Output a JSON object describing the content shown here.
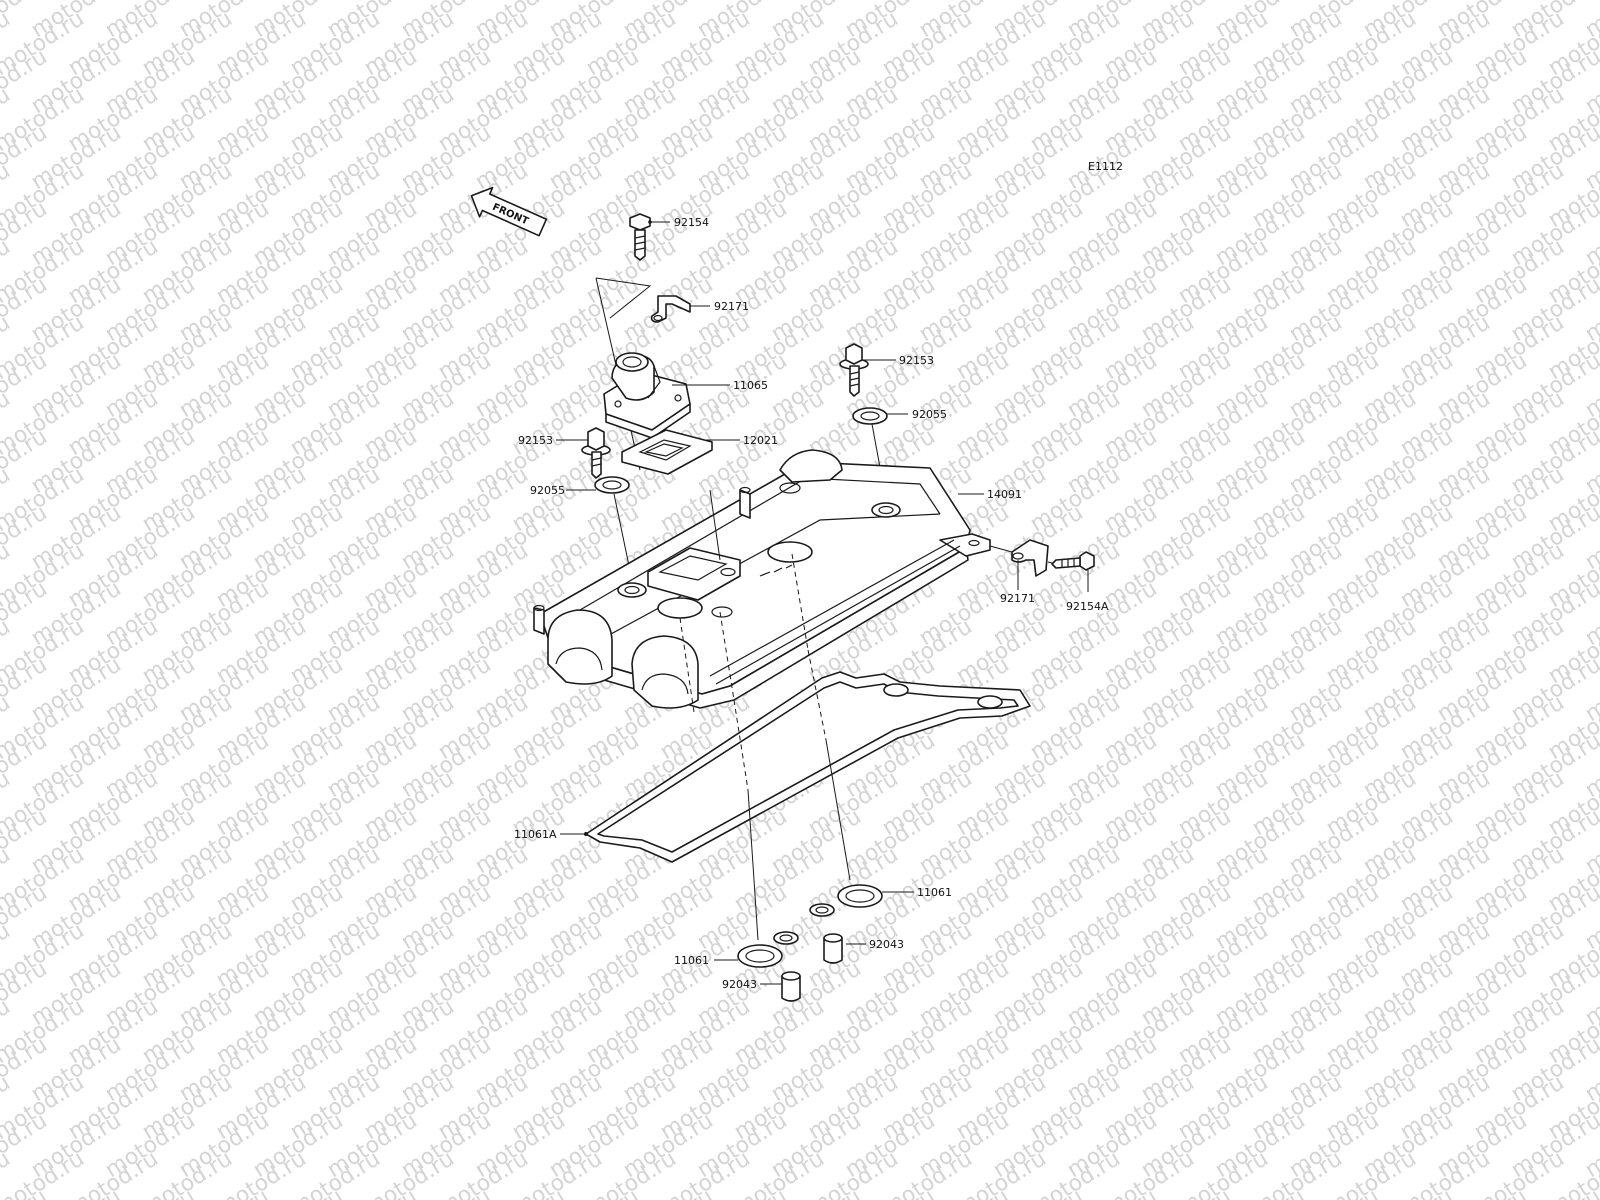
{
  "diagram": {
    "ref_code": "E1112",
    "front_arrow_text": "FRONT",
    "watermark_text": "motod.ru",
    "callouts": {
      "p92154": "92154",
      "p92171_top": "92171",
      "p11065": "11065",
      "p92153_right": "92153",
      "p92055_right": "92055",
      "p92153_left": "92153",
      "p12021": "12021",
      "p92055_left": "92055",
      "p14091": "14091",
      "p92171_right": "92171",
      "p92154A": "92154A",
      "p11061A": "11061A",
      "p11061_right": "11061",
      "p92043_right": "92043",
      "p11061_left": "11061",
      "p92043_left": "92043"
    }
  }
}
